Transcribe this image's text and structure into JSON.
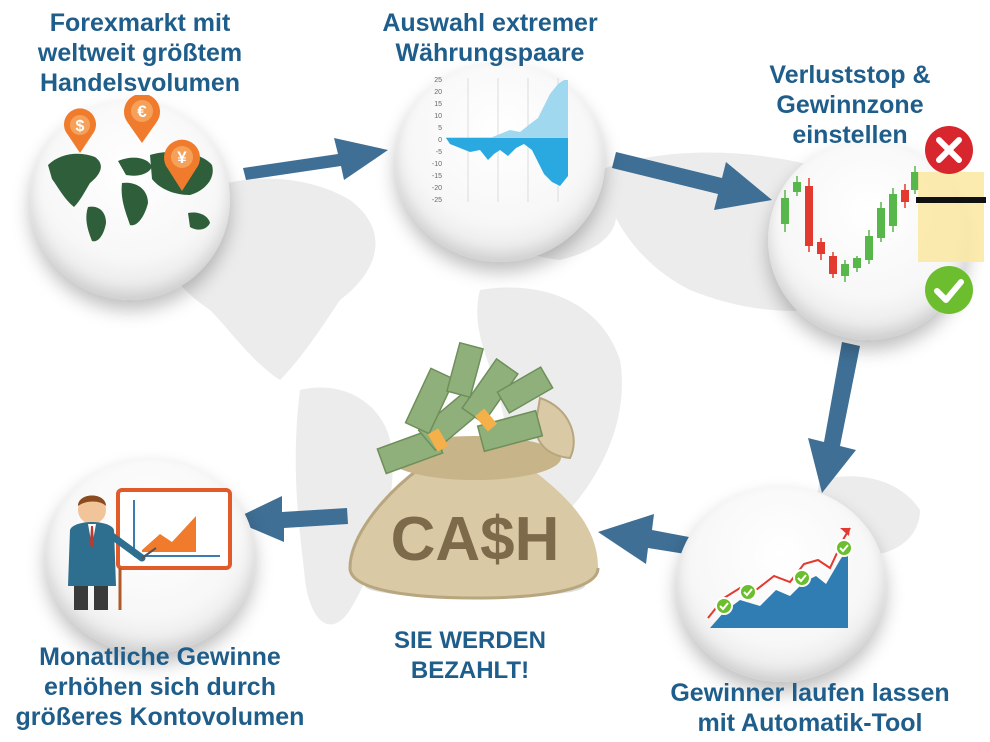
{
  "steps": {
    "step1": {
      "label_lines": [
        "Forexmarkt mit",
        "weltweit größtem",
        "Handelsvolumen"
      ]
    },
    "step2": {
      "label_lines": [
        "Auswahl extremer",
        "Währungspaare"
      ]
    },
    "step3": {
      "label_lines": [
        "Verluststop &",
        "Gewinnzone",
        "einstellen"
      ]
    },
    "step4": {
      "label_lines": [
        "Gewinner laufen lassen",
        "mit Automatik-Tool"
      ]
    },
    "step5": {
      "label_lines": [
        "SIE WERDEN",
        "BEZAHLT!"
      ]
    },
    "step6": {
      "label_lines": [
        "Monatliche Gewinne",
        "erhöhen sich durch",
        "größeres Kontovolumen"
      ]
    }
  },
  "currency_pins": [
    "$",
    "€",
    "¥"
  ],
  "bag_text": "CA$H",
  "mini_chart": {
    "tick_labels": [
      "25",
      "20",
      "15",
      "10",
      "5",
      "0",
      "-5",
      "-10",
      "-15",
      "-20",
      "-25"
    ]
  },
  "colors": {
    "label_text": "#1f5d8a",
    "arrow": "#3f6f95",
    "pin_orange": "#f07b2c",
    "map_green": "#2f5e3a",
    "chart_up": "#9fd8ef",
    "chart_down": "#2aa9e0",
    "candle_green": "#58b74a",
    "candle_red": "#e23a2f",
    "badge_red": "#d7262d",
    "badge_green": "#6cbe2e",
    "area_blue": "#2f7db3",
    "bag": "#d9c9a4",
    "money": "#8fb07a"
  },
  "icons": [
    "world-map-icon",
    "line-chart-icon",
    "candlestick-chart-icon",
    "cross-icon",
    "check-icon",
    "growth-chart-icon",
    "money-bag-icon",
    "presenter-icon"
  ]
}
